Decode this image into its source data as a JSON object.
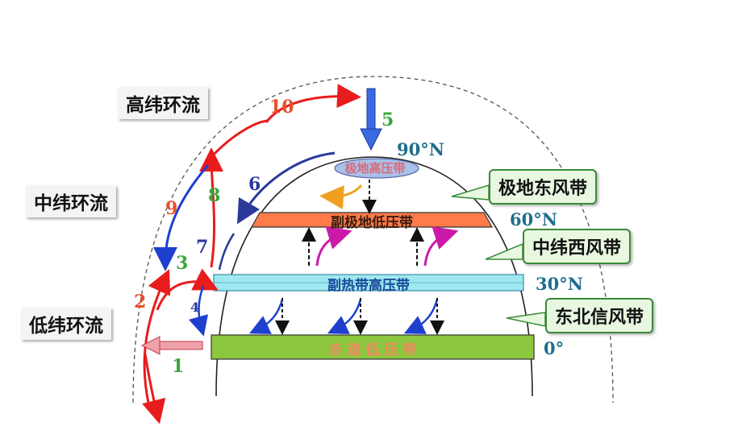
{
  "circulation_labels": {
    "high": "高纬环流",
    "mid": "中纬环流",
    "low": "低纬环流"
  },
  "wind_belts": {
    "polar_easterlies": "极地东风带",
    "westerlies": "中纬西风带",
    "ne_trades": "东北信风带"
  },
  "pressure_belts": {
    "polar_high": "极地高压带",
    "subpolar_low": "副极地低压带",
    "subtropical_high": "副热带高压带",
    "equatorial_low": "赤 道 低 压 带"
  },
  "latitudes": {
    "lat90": "90°N",
    "lat60": "60°N",
    "lat30": "30°N",
    "lat0": "0°"
  },
  "numbers": [
    "1",
    "2",
    "3",
    "4",
    "5",
    "6",
    "7",
    "8",
    "9",
    "10"
  ],
  "colors": {
    "equatorial_band": "#8dc63f",
    "subtropical_band": "#9fe8f0",
    "subpolar_band": "#ff7b4a",
    "polar_high": "#a9c0e8",
    "red_arrow": "#e81c1c",
    "blue_arrow": "#1f3fcf",
    "num_green": "#3aa63a",
    "num_red": "#e8502a"
  }
}
